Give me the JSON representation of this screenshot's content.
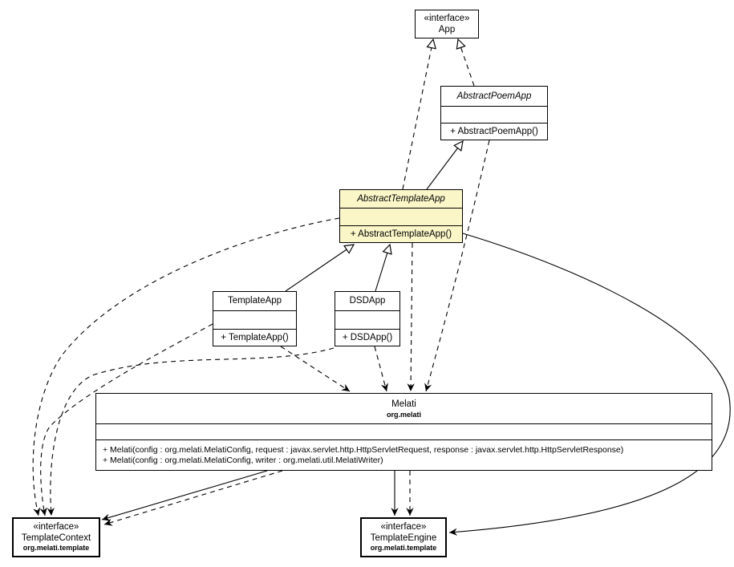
{
  "diagram": {
    "type": "uml-class-diagram",
    "background_color": "#ffffff",
    "line_color": "#000000",
    "highlight_fill": "#FAF6C8",
    "classes": {
      "app": {
        "stereotype": "«interface»",
        "name": "App"
      },
      "abstract_poem_app": {
        "name": "AbstractPoemApp",
        "abstract": true,
        "methods": [
          "+ AbstractPoemApp()"
        ]
      },
      "abstract_template_app": {
        "name": "AbstractTemplateApp",
        "abstract": true,
        "highlighted": true,
        "methods": [
          "+ AbstractTemplateApp()"
        ]
      },
      "template_app": {
        "name": "TemplateApp",
        "methods": [
          "+ TemplateApp()"
        ]
      },
      "dsd_app": {
        "name": "DSDApp",
        "methods": [
          "+ DSDApp()"
        ]
      },
      "melati": {
        "name": "Melati",
        "package": "org.melati",
        "methods": [
          "+ Melati(config : org.melati.MelatiConfig, request : javax.servlet.http.HttpServletRequest, response : javax.servlet.http.HttpServletResponse)",
          "+ Melati(config : org.melati.MelatiConfig, writer : org.melati.util.MelatiWriter)"
        ]
      },
      "template_context": {
        "stereotype": "«interface»",
        "name": "TemplateContext",
        "package": "org.melati.template"
      },
      "template_engine": {
        "stereotype": "«interface»",
        "name": "TemplateEngine",
        "package": "org.melati.template"
      }
    },
    "relationships": [
      {
        "from": "AbstractTemplateApp",
        "to": "App",
        "kind": "realization"
      },
      {
        "from": "AbstractPoemApp",
        "to": "App",
        "kind": "realization"
      },
      {
        "from": "AbstractTemplateApp",
        "to": "AbstractPoemApp",
        "kind": "generalization"
      },
      {
        "from": "TemplateApp",
        "to": "AbstractTemplateApp",
        "kind": "generalization"
      },
      {
        "from": "DSDApp",
        "to": "AbstractTemplateApp",
        "kind": "generalization"
      },
      {
        "from": "TemplateApp",
        "to": "Melati",
        "kind": "dependency"
      },
      {
        "from": "DSDApp",
        "to": "Melati",
        "kind": "dependency"
      },
      {
        "from": "AbstractTemplateApp",
        "to": "Melati",
        "kind": "dependency"
      },
      {
        "from": "AbstractPoemApp",
        "to": "Melati",
        "kind": "dependency"
      },
      {
        "from": "Melati",
        "to": "TemplateContext",
        "kind": "association"
      },
      {
        "from": "Melati",
        "to": "TemplateContext",
        "kind": "dependency"
      },
      {
        "from": "Melati",
        "to": "TemplateEngine",
        "kind": "association"
      },
      {
        "from": "Melati",
        "to": "TemplateEngine",
        "kind": "dependency"
      },
      {
        "from": "AbstractTemplateApp",
        "to": "TemplateContext",
        "kind": "dependency"
      },
      {
        "from": "TemplateApp",
        "to": "TemplateContext",
        "kind": "dependency"
      },
      {
        "from": "DSDApp",
        "to": "TemplateContext",
        "kind": "dependency"
      },
      {
        "from": "AbstractTemplateApp",
        "to": "TemplateEngine",
        "kind": "association"
      }
    ]
  }
}
